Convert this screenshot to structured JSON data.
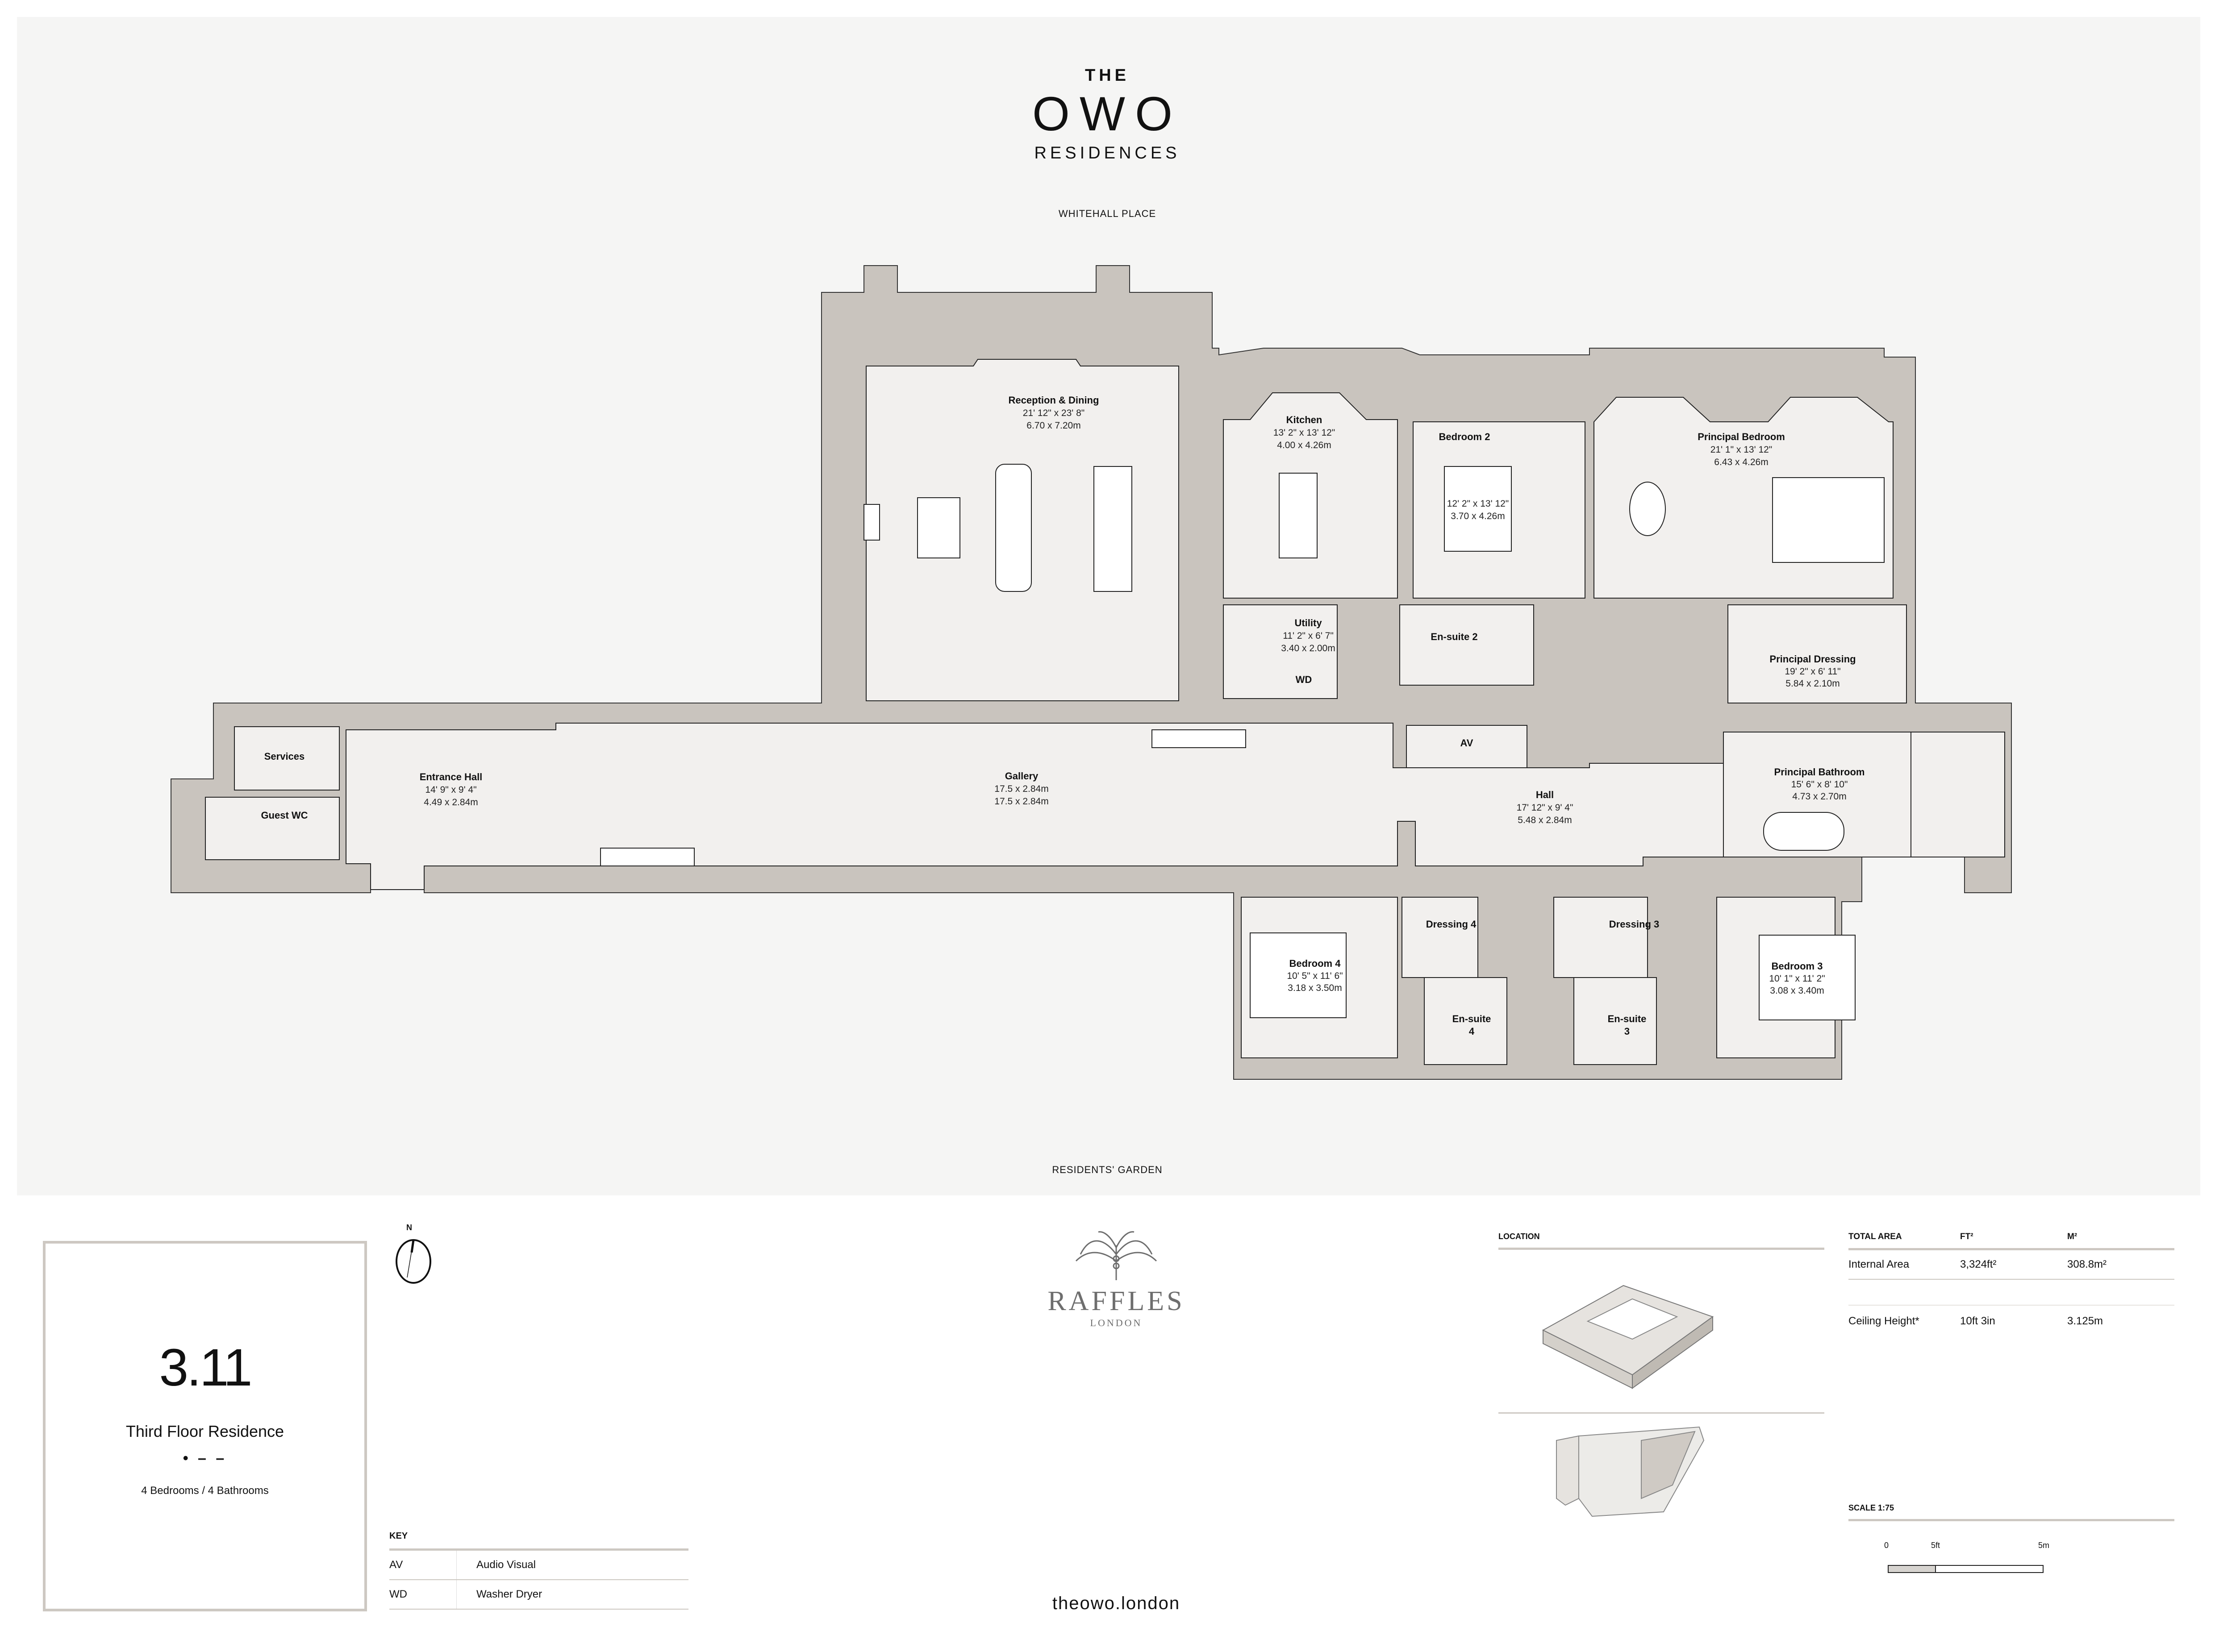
{
  "header": {
    "brand_the": "THE",
    "brand_owo": "OWO",
    "brand_residences": "RESIDENCES",
    "street_top": "WHITEHALL PLACE",
    "street_bottom": "RESIDENTS' GARDEN"
  },
  "rooms": {
    "reception": {
      "name": "Reception & Dining",
      "imperial": "21' 12\" x 23' 8\"",
      "metric": "6.70 x 7.20m"
    },
    "kitchen": {
      "name": "Kitchen",
      "imperial": "13' 2\" x 13' 12\"",
      "metric": "4.00 x 4.26m"
    },
    "bedroom2": {
      "name": "Bedroom 2",
      "imperial": "12' 2\" x 13' 12\"",
      "metric": "3.70 x 4.26m"
    },
    "principal_bedroom": {
      "name": "Principal Bedroom",
      "imperial": "21' 1\" x 13' 12\"",
      "metric": "6.43 x 4.26m"
    },
    "utility": {
      "name": "Utility",
      "imperial": "11' 2\" x 6' 7\"",
      "metric": "3.40 x 2.00m",
      "appliance": "WD"
    },
    "ensuite2": {
      "name": "En-suite 2"
    },
    "principal_dressing": {
      "name": "Principal Dressing",
      "imperial": "19' 2\" x 6' 11\"",
      "metric": "5.84 x 2.10m"
    },
    "av": {
      "name": "AV"
    },
    "principal_bathroom": {
      "name": "Principal Bathroom",
      "imperial": "15' 6\" x 8' 10\"",
      "metric": "4.73 x 2.70m"
    },
    "services": {
      "name": "Services"
    },
    "guest_wc": {
      "name": "Guest WC"
    },
    "entrance_hall": {
      "name": "Entrance Hall",
      "imperial": "14' 9\" x 9' 4\"",
      "metric": "4.49 x 2.84m"
    },
    "gallery": {
      "name": "Gallery",
      "imperial": "17.5 x 2.84m",
      "metric": "17.5 x 2.84m"
    },
    "hall": {
      "name": "Hall",
      "imperial": "17' 12\" x 9' 4\"",
      "metric": "5.48 x 2.84m"
    },
    "dressing4": {
      "name": "Dressing 4"
    },
    "dressing3": {
      "name": "Dressing 3"
    },
    "bedroom4": {
      "name": "Bedroom 4",
      "imperial": "10' 5\" x 11' 6\"",
      "metric": "3.18 x 3.50m"
    },
    "bedroom3": {
      "name": "Bedroom 3",
      "imperial": "10' 1\" x 11' 2\"",
      "metric": "3.08 x 3.40m"
    },
    "ensuite4": {
      "name": "En-suite",
      "num": "4"
    },
    "ensuite3": {
      "name": "En-suite",
      "num": "3"
    }
  },
  "unit": {
    "number": "3.11",
    "title": "Third Floor Residence",
    "dots": "• – –",
    "summary": "4 Bedrooms / 4 Bathrooms"
  },
  "compass": {
    "label": "N"
  },
  "key": {
    "heading": "KEY",
    "items": [
      {
        "code": "AV",
        "desc": "Audio Visual"
      },
      {
        "code": "WD",
        "desc": "Washer Dryer"
      }
    ]
  },
  "raffles": {
    "word": "RAFFLES",
    "city": "LONDON"
  },
  "website": "theowo.london",
  "location": {
    "heading": "LOCATION"
  },
  "area": {
    "heading": "TOTAL AREA",
    "col_ft": "FT²",
    "col_m": "M²",
    "rows": [
      {
        "label": "Internal Area",
        "ft": "3,324ft²",
        "m": "308.8m²"
      },
      {
        "label": "Ceiling Height*",
        "ft": "10ft 3in",
        "m": "3.125m"
      }
    ]
  },
  "scale": {
    "heading": "SCALE 1:75",
    "ticks": [
      "0",
      "5ft",
      "5m"
    ]
  },
  "colors": {
    "wall": "#c9c4be",
    "floor": "#f2f0ee",
    "panel_bg": "#f5f5f4",
    "rule": "#cdc8c2",
    "raffles_grey": "#6e6e6e"
  }
}
